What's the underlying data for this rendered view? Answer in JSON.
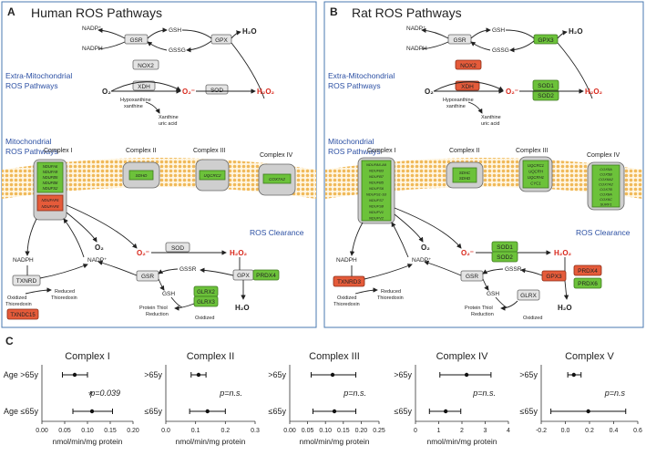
{
  "colors": {
    "frame": "#4a78b0",
    "title_blue": "#2b4fa3",
    "ros_red": "#d8271b",
    "green": "#6cc23a",
    "red_box": "#e55b3a",
    "gray_box": "#e4e4e4",
    "membrane": "#f0c070"
  },
  "panelA": {
    "letter": "A",
    "title": "Human ROS Pathways",
    "extra_label": [
      "Extra-Mitochondrial",
      "ROS Pathways"
    ],
    "mito_label": [
      "Mitochondrial",
      "ROS Pathways"
    ],
    "clearance": "ROS Clearance",
    "complex_titles": [
      "Complex I",
      "Complex II",
      "Complex III",
      "Complex IV"
    ],
    "complexI_genes": [
      "NDUFA6",
      "NDUFA9",
      "NDUFB5",
      "NDUFB8",
      "NDUFS2"
    ],
    "complexI_red": [
      "NDUFAF6",
      "NDUFAF8"
    ],
    "complexII_genes": [
      "SDHD"
    ],
    "complexIII_genes": [
      "UQCRC2"
    ],
    "complexIV_genes": [
      "COX7A2"
    ],
    "boxes": {
      "gsr": "GSR",
      "gpx": "GPX",
      "nox2": "NOX2",
      "xdh": "XDH",
      "sod": "SOD",
      "sod_low": "SOD",
      "gsr_low": "GSR",
      "gpx_low": "GPX",
      "prdx4": "PRDX4",
      "glrx2": "GLRX2",
      "glrx3": "GLRX3",
      "txnrd": "TXNRD",
      "txndc15": "TXNDC15"
    },
    "text": {
      "nadp_plus": "NADP⁺",
      "nadph": "NADPH",
      "gsh": "GSH",
      "gssg": "GSSG",
      "h2o": "H₂O",
      "o2": "O₂",
      "o2_rad": "O₂⁻",
      "h2o2": "H₂O₂",
      "hypo": [
        "Hypoxanthine",
        "xanthine"
      ],
      "xanth": [
        "Xanthine",
        "uric acid"
      ],
      "gssr": "GSSR",
      "oxidized_thio": [
        "Oxidized",
        "Thioredoxin"
      ],
      "reduced_thio": [
        "Reduced",
        "Thioredoxin"
      ],
      "protein_thiol": [
        "Protein Thiol",
        "Reduction"
      ],
      "oxidized": "Oxidized"
    }
  },
  "panelB": {
    "letter": "B",
    "title": "Rat ROS Pathways",
    "extra_label": [
      "Extra-Mitochondrial",
      "ROS Pathways"
    ],
    "mito_label": [
      "Mitochondrial",
      "ROS Pathways"
    ],
    "clearance": "ROS Clearance",
    "complex_titles": [
      "Complex I",
      "Complex II",
      "Complex III",
      "Complex IV"
    ],
    "complexI_genes": [
      "NDUFA6-A9",
      "NDUFB3",
      "NDUFB7",
      "NDUFB5",
      "NDUFS6",
      "NDUFS1-S3",
      "NDUFS7",
      "NDUFS8",
      "NDUFV1",
      "NDUFV2"
    ],
    "complexII_genes": [
      "SDHC",
      "SDHD"
    ],
    "complexIII_genes": [
      "UQCRC1",
      "UQCRH",
      "UQCRH1",
      "CYC1"
    ],
    "complexIV_genes": [
      "COX5A",
      "COX5B",
      "COX6A2",
      "COX7A2",
      "COX7B",
      "COX8A",
      "COX6C",
      "SURF1"
    ],
    "boxes": {
      "gsr": "GSR",
      "gpx3": "GPX3",
      "nox2": "NOX2",
      "xdh": "XDH",
      "sod1": "SOD1",
      "sod2": "SOD2",
      "sod1_low": "SOD1",
      "sod2_low": "SOD2",
      "gsr_low": "GSR",
      "gpx3_low": "GPX3",
      "prdx4": "PRDX4",
      "prdx6": "PRDX6",
      "glrx": "GLRX",
      "txnrd3": "TXNRD3"
    },
    "text": {
      "nadp_plus": "NADP⁺",
      "nadph": "NADPH",
      "gsh": "GSH",
      "gssg": "GSSG",
      "h2o": "H₂O",
      "o2": "O₂",
      "o2_rad": "O₂⁻",
      "h2o2": "H₂O₂",
      "hypo": [
        "Hypoxanthine",
        "xanthine"
      ],
      "xanth": [
        "Xanthine",
        "uric acid"
      ],
      "gssr": "GSSR",
      "oxidized_thio": [
        "Oxidized",
        "Thioredoxin"
      ],
      "reduced_thio": [
        "Reduced",
        "Thioredoxin"
      ],
      "protein_thiol": [
        "Protein Thiol",
        "Reduction"
      ],
      "oxidized": "Oxidized"
    }
  },
  "panelC": {
    "letter": "C"
  },
  "chart_data": [
    {
      "type": "scatter",
      "title": "Complex I",
      "xlabel": "nmol/min/mg protein",
      "xlim": [
        0.0,
        0.2
      ],
      "ticks": [
        "0.00",
        "0.05",
        "0.10",
        "0.15",
        "0.20"
      ],
      "tick_values": [
        0.0,
        0.05,
        0.1,
        0.15,
        0.2
      ],
      "categories": [
        "Age >65y",
        "Age ≤65y"
      ],
      "values": [
        0.072,
        0.11
      ],
      "ci_low": [
        0.045,
        0.068
      ],
      "ci_high": [
        0.1,
        0.155
      ],
      "annotation": "p=0.039",
      "annotation_star": "*"
    },
    {
      "type": "scatter",
      "title": "Complex II",
      "xlabel": "nmol/min/mg protein",
      "xlim": [
        0.0,
        0.3
      ],
      "ticks": [
        "0.0",
        "0.1",
        "0.2",
        "0.3"
      ],
      "tick_values": [
        0.0,
        0.1,
        0.2,
        0.3
      ],
      "categories": [
        ">65y",
        "≤65y"
      ],
      "values": [
        0.11,
        0.14
      ],
      "ci_low": [
        0.085,
        0.08
      ],
      "ci_high": [
        0.135,
        0.2
      ],
      "annotation": "p=n.s."
    },
    {
      "type": "scatter",
      "title": "Complex III",
      "xlabel": "nmol/min/mg protein",
      "xlim": [
        0.0,
        0.25
      ],
      "ticks": [
        "0.00",
        "0.05",
        "0.10",
        "0.15",
        "0.20",
        "0.25"
      ],
      "tick_values": [
        0.0,
        0.05,
        0.1,
        0.15,
        0.2,
        0.25
      ],
      "categories": [
        ">65y",
        "≤65y"
      ],
      "values": [
        0.12,
        0.125
      ],
      "ci_low": [
        0.06,
        0.065
      ],
      "ci_high": [
        0.185,
        0.185
      ],
      "annotation": "p=n.s."
    },
    {
      "type": "scatter",
      "title": "Complex IV",
      "xlabel": "nmol/min/mg protein",
      "xlim": [
        0,
        4
      ],
      "ticks": [
        "0",
        "1",
        "2",
        "3",
        "4"
      ],
      "tick_values": [
        0,
        1,
        2,
        3,
        4
      ],
      "categories": [
        ">65y",
        "≤65y"
      ],
      "values": [
        2.2,
        1.3
      ],
      "ci_low": [
        1.05,
        0.6
      ],
      "ci_high": [
        3.25,
        1.95
      ],
      "annotation": "p=n.s."
    },
    {
      "type": "scatter",
      "title": "Complex V",
      "xlabel": "",
      "xlim": [
        -0.2,
        0.6
      ],
      "ticks": [
        "-0.2",
        "0.0",
        "0.2",
        "0.4",
        "0.6"
      ],
      "tick_values": [
        -0.2,
        0.0,
        0.2,
        0.4,
        0.6
      ],
      "categories": [
        ">65y",
        "≤65y"
      ],
      "values": [
        0.07,
        0.19
      ],
      "ci_low": [
        0.02,
        -0.12
      ],
      "ci_high": [
        0.13,
        0.5
      ],
      "annotation": "p=n.s"
    }
  ]
}
